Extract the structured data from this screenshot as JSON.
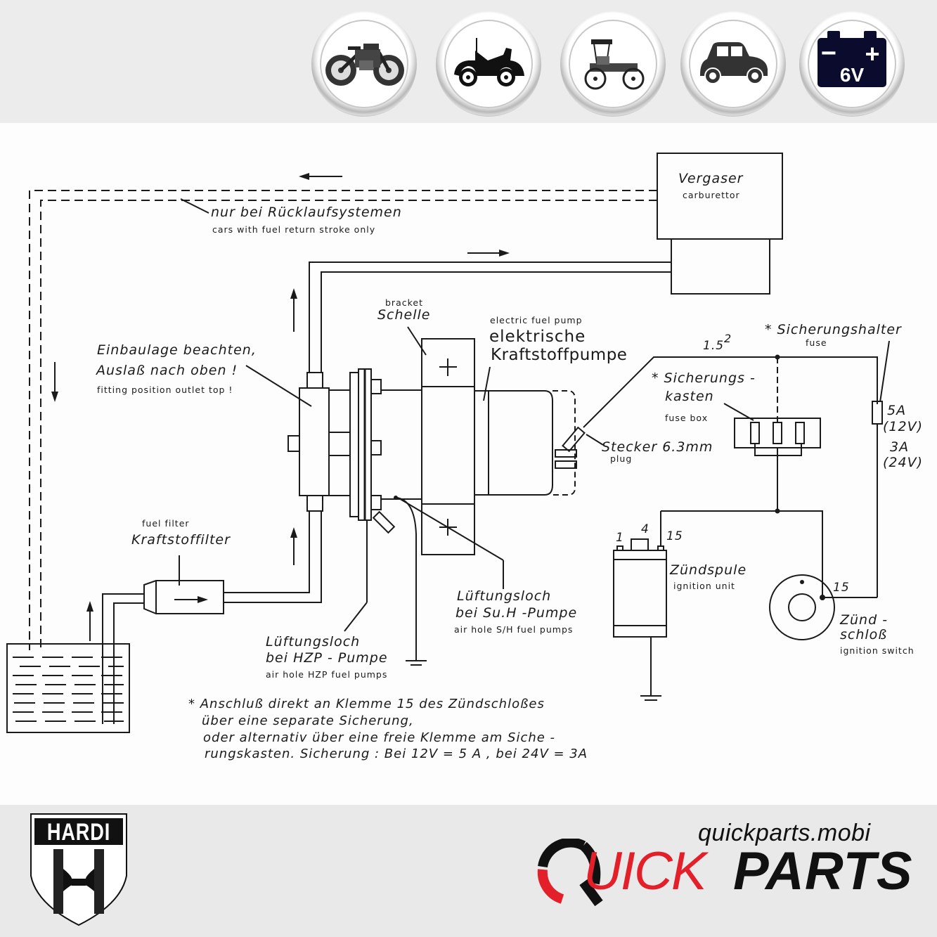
{
  "header": {
    "category_badges": [
      {
        "name": "vintage-motorcycle",
        "icon": "motorcycle-icon"
      },
      {
        "name": "early-roadster",
        "icon": "roadster-car-icon"
      },
      {
        "name": "veteran-carriage-car",
        "icon": "veteran-car-icon"
      },
      {
        "name": "classic-sedan",
        "icon": "sedan-car-icon"
      },
      {
        "name": "battery-6v",
        "icon": "battery-icon",
        "minus": "−",
        "plus": "+",
        "label": "6V",
        "color": "#0b0b2e"
      }
    ]
  },
  "diagram": {
    "return_line": {
      "de": "nur bei Rücklaufsystemen",
      "en": "cars with fuel return stroke only"
    },
    "carburettor": {
      "de": "Vergaser",
      "en": "carburettor"
    },
    "bracket": {
      "en": "bracket",
      "de": "Schelle"
    },
    "pump": {
      "en": "electric fuel pump",
      "de_line1": "elektrische",
      "de_line2": "Kraftstoffpumpe"
    },
    "orientation": {
      "de_line1": "Einbaulage beachten,",
      "de_line2": "Auslaß nach oben !",
      "en": "fitting position outlet top !"
    },
    "filter": {
      "en": "fuel filter",
      "de": "Kraftstoffilter"
    },
    "vent_hzp": {
      "de_line1": "Lüftungsloch",
      "de_line2": "bei HZP - Pumpe",
      "en": "air  hole HZP fuel pumps"
    },
    "vent_suh": {
      "de_line1": "Lüftungsloch",
      "de_line2": "bei Su.H -Pumpe",
      "en": "air  hole S/H fuel pumps"
    },
    "plug": {
      "de": "Stecker 6.3mm",
      "en": "plug"
    },
    "wire_gauge": {
      "value": "1.5",
      "exp": "2"
    },
    "fuse_holder": {
      "de": "* Sicherungshalter",
      "en": "fuse"
    },
    "fuse_box": {
      "de_line1": "* Sicherungs -",
      "de_line2": "kasten",
      "en": "fuse box"
    },
    "fuse_ratings": {
      "a12": "5A",
      "v12": "(12V)",
      "a24": "3A",
      "v24": "(24V)"
    },
    "coil": {
      "t1": "1",
      "t4": "4",
      "t15": "15",
      "de": "Zündspule",
      "en": "ignition unit"
    },
    "switch": {
      "t15": "15",
      "de_line1": "Zünd -",
      "de_line2": "schloß",
      "en": "ignition switch"
    },
    "footnote": [
      "* Anschluß direkt an Klemme 15 des Zündschloßes",
      "über eine separate  Sicherung,",
      "oder  alternativ über eine  freie Klemme am  Siche -",
      "rungskasten.  Sicherung : Bei 12V = 5 A , bei 24V = 3A"
    ]
  },
  "footer": {
    "hardi_logo": "HARDI",
    "site_url": "quickparts.mobi",
    "brand_quick": "UICK",
    "brand_parts": "PARTS",
    "brand_red": "#e3202a",
    "brand_black": "#111111"
  }
}
